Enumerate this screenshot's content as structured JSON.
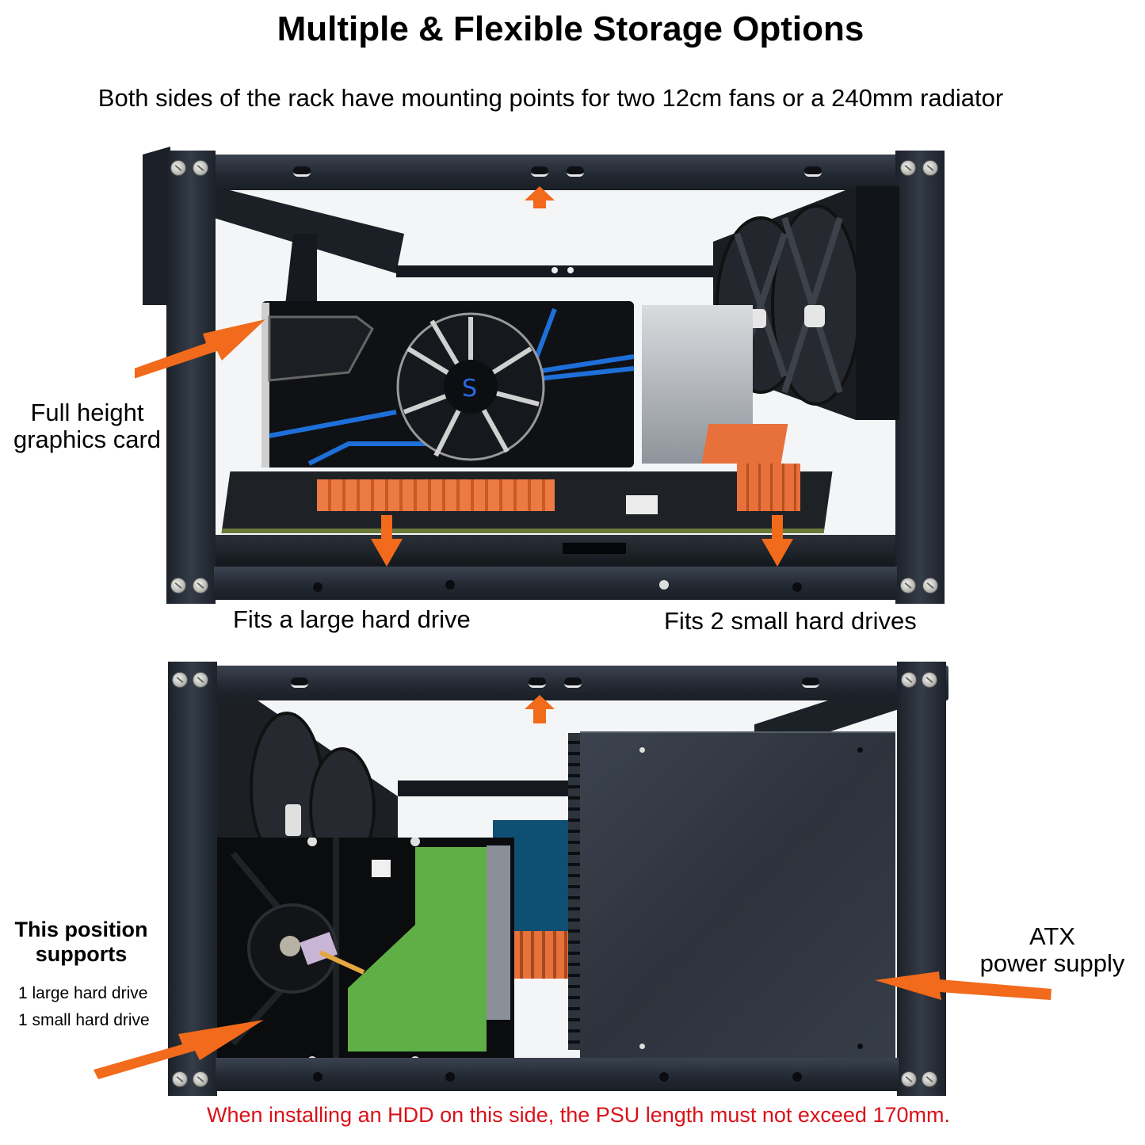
{
  "header": {
    "title": "Multiple & Flexible  Storage Options",
    "subtitle": "Both sides of the rack have mounting points for two 12cm fans or a 240mm radiator"
  },
  "top_photo": {
    "labels": {
      "gpu_line1": "Full height",
      "gpu_line2": "graphics card",
      "large_drive": "Fits a large hard drive",
      "small_drives": "Fits 2 small hard drives"
    }
  },
  "bottom_photo": {
    "labels": {
      "position_heading_line1": "This position",
      "position_heading_line2": "supports",
      "support_item_1": "1 large hard drive",
      "support_item_2": "1 small hard drive",
      "psu_line1": "ATX",
      "psu_line2": "power supply"
    }
  },
  "footer": {
    "warning": "When installing an HDD on this side, the PSU length must not exceed 170mm."
  },
  "colors": {
    "arrow": "#f26a1b",
    "warning_text": "#d9121b",
    "frame": "#262c35",
    "gpu_accent": "#1e6fd9",
    "pcb_green": "#5fae46",
    "motherboard_orange": "#e8703a"
  }
}
